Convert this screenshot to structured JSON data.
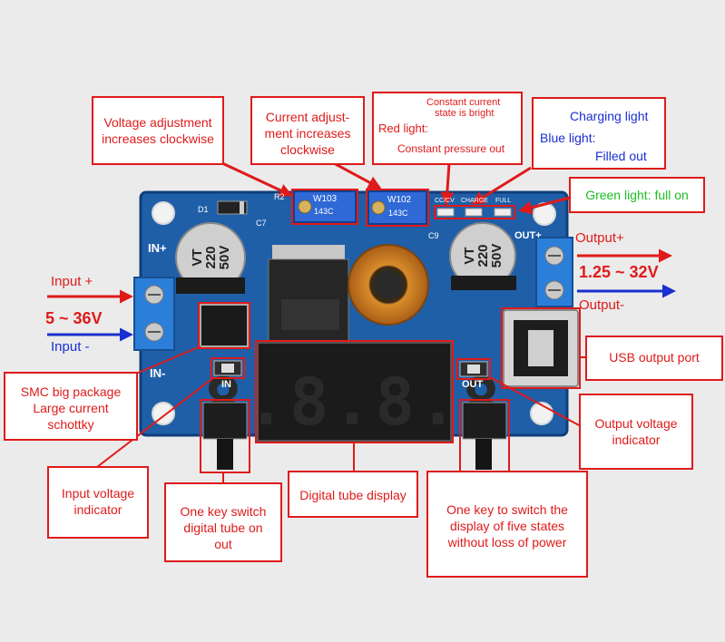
{
  "board": {
    "silk_in_plus": "IN+",
    "silk_in_minus": "IN-",
    "silk_out_plus": "OUT+",
    "silk_in": "IN",
    "silk_out": "OUT",
    "silk_r2": "R2",
    "silk_d1": "D1",
    "silk_c7": "C7",
    "silk_c9": "C9",
    "pot1_code": "W103",
    "pot1_sub": "143C",
    "pot2_code": "W102",
    "pot2_sub": "143C",
    "led_cc_cv": "CC/CV",
    "led_charge": "CHARGE",
    "led_full": "FULL",
    "cap_text": [
      "VT",
      "220",
      "50V"
    ]
  },
  "terminals": {
    "input_plus": "Input  +",
    "input_range": "5 ~ 36V",
    "input_minus": "Input  -",
    "output_plus": "Output+",
    "output_range": "1.25 ~ 32V",
    "output_minus": "Output-"
  },
  "callouts": {
    "voltage_adj": [
      "Voltage adjustment",
      "increases clockwise"
    ],
    "current_adj": [
      "Current adjust-",
      "ment increases",
      "clockwise"
    ],
    "red_light_title": "Red light:",
    "red_light_top": [
      "Constant current",
      "state is bright"
    ],
    "red_light_bottom": "Constant pressure out",
    "charging_light": "Charging light",
    "blue_light": "Blue light:",
    "filled_out": "Filled out",
    "green_light": "Green light: full on",
    "usb_port": "USB output port",
    "schottky": [
      "SMC big package",
      "Large current",
      "schottky"
    ],
    "output_voltage_indicator": [
      "Output voltage",
      "indicator"
    ],
    "input_voltage_indicator": [
      "Input voltage",
      "indicator"
    ],
    "one_key_switch": [
      "One key switch",
      "digital tube on",
      "out"
    ],
    "digital_tube": "Digital tube display",
    "one_key_five_states": [
      "One key to switch the",
      "display of five states",
      "without loss of power"
    ]
  },
  "colors": {
    "background": "#ebebeb",
    "pcb": "#1f5fa8",
    "callout_red": "#e01a1a",
    "arrow_blue": "#1a2fd0",
    "green_text": "#1bbd22"
  }
}
